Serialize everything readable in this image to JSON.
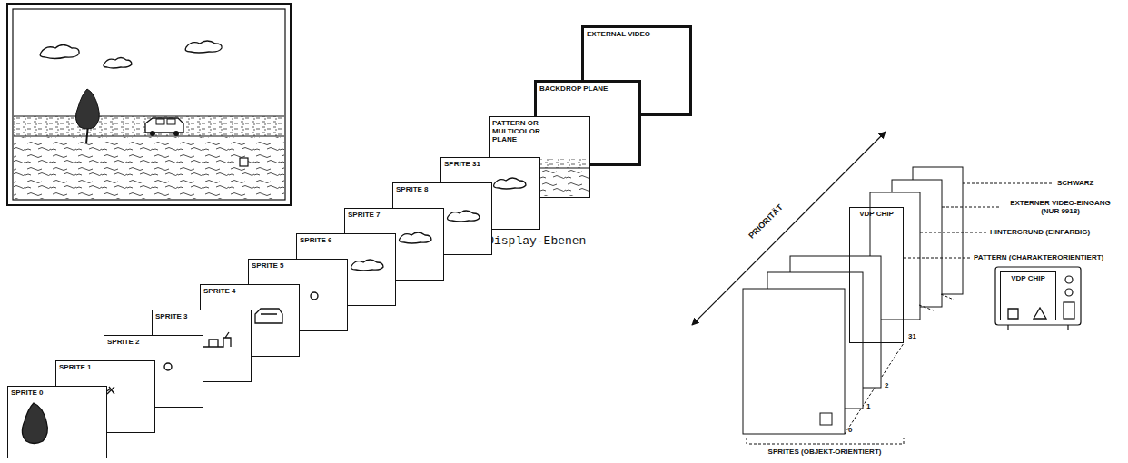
{
  "diagram": {
    "nodes": [
      {
        "text": [
          "SPRITE 0"
        ]
      },
      {
        "text": [
          "SPRITE 1"
        ]
      },
      {
        "text": [
          "SPRITE 2"
        ]
      },
      {
        "text": [
          "SPRITE 3"
        ]
      },
      {
        "text": [
          "SPRITE 4"
        ]
      },
      {
        "text": [
          "SPRITE 5"
        ]
      },
      {
        "text": [
          "SPRITE 6"
        ]
      },
      {
        "text": [
          "SPRITE 7"
        ]
      },
      {
        "text": [
          "SPRITE 8"
        ]
      },
      {
        "text": [
          "SPRITE 31"
        ]
      },
      {
        "text": [
          "PATTERN OR MULTICOLOR PLANE"
        ]
      },
      {
        "text": [
          "BACKDROP PLANE"
        ]
      },
      {
        "text": [
          "EXTERNAL VIDEO"
        ]
      },
      {
        "text": [
          "VDP CHIP"
        ]
      },
      {
        "text": [
          "VDP CHIP"
        ]
      }
    ],
    "edges": [],
    "labels": [
      "VDP-Display-Ebenen",
      "PRIORITÄT",
      "SCHWARZ",
      "EXTERNER VIDEO-EINGANG (NUR 9918)",
      "HINTERGRUND (EINFARBIG)",
      "PATTERN (CHARAKTERORIENTIERT)",
      "0",
      "1",
      "2",
      "31",
      "SPRITES (OBJEKT-ORIENTIERT)"
    ]
  }
}
